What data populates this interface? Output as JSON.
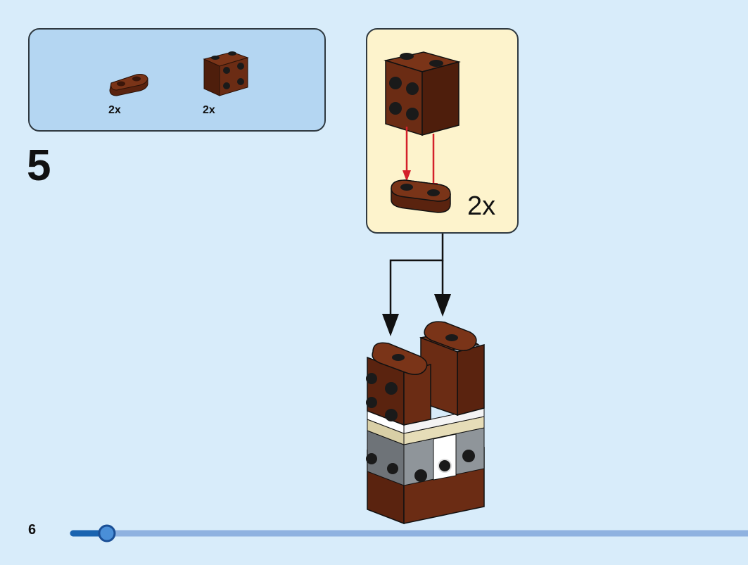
{
  "step": {
    "number": "5"
  },
  "parts_list": {
    "items": [
      {
        "name": "plate-1x2-brown",
        "quantity": "2x"
      },
      {
        "name": "brick-1x2x2-studs-on-side-brown",
        "quantity": "2x"
      }
    ]
  },
  "callout": {
    "quantity": "2x"
  },
  "page": {
    "number": "6",
    "progress": 0.05
  },
  "colors": {
    "background": "#d8ecfa",
    "parts_box": "#b4d6f2",
    "callout_bg": "#fdf3cc",
    "brown": "#6b2c14",
    "progress": "#1a64b0"
  }
}
